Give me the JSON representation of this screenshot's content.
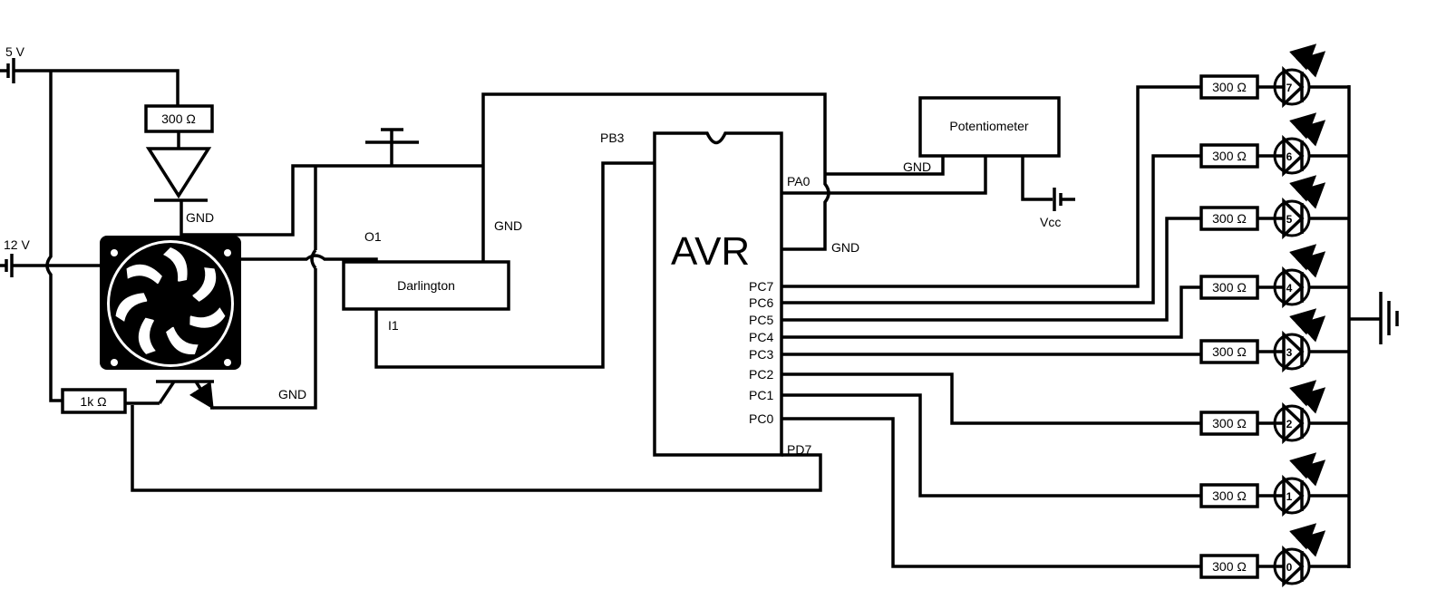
{
  "supplies": {
    "v5": "5 V",
    "v12": "12 V",
    "vcc": "Vcc"
  },
  "components": {
    "led_driver_resistor": "300 Ω",
    "base_resistor": "1k Ω",
    "driver": "Darlington",
    "driver_out": "O1",
    "driver_in": "I1",
    "mcu": "AVR",
    "pot": "Potentiometer"
  },
  "gnd_labels": [
    "GND",
    "GND",
    "GND",
    "GND",
    "GND"
  ],
  "mcu_pins": {
    "pb3": "PB3",
    "pa0": "PA0",
    "pd7": "PD7",
    "pc": [
      "PC7",
      "PC6",
      "PC5",
      "PC4",
      "PC3",
      "PC2",
      "PC1",
      "PC0"
    ]
  },
  "leds": [
    {
      "num": "7",
      "resistor": "300 Ω"
    },
    {
      "num": "6",
      "resistor": "300 Ω"
    },
    {
      "num": "5",
      "resistor": "300 Ω"
    },
    {
      "num": "4",
      "resistor": "300 Ω"
    },
    {
      "num": "3",
      "resistor": "300 Ω"
    },
    {
      "num": "2",
      "resistor": "300 Ω"
    },
    {
      "num": "1",
      "resistor": "300 Ω"
    },
    {
      "num": "0",
      "resistor": "300 Ω"
    }
  ],
  "icons": [
    "battery-icon",
    "fan-icon",
    "diode-icon",
    "push-button-icon",
    "transistor-icon",
    "led-icon",
    "ground-icon"
  ]
}
